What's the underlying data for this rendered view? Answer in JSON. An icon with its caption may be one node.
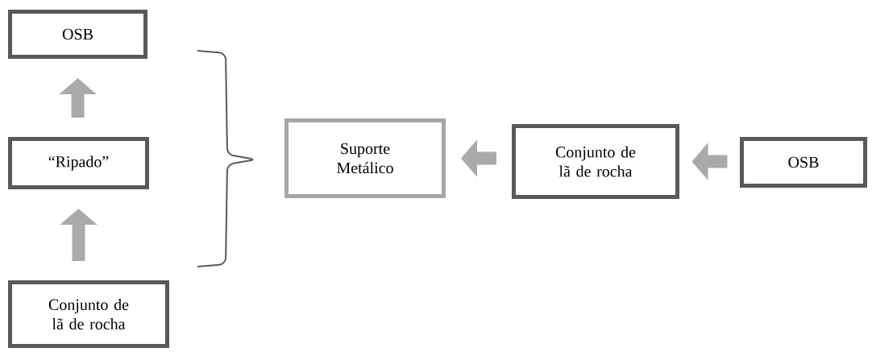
{
  "diagram": {
    "nodes": [
      {
        "text": [
          "OSB"
        ]
      },
      {
        "text": [
          "“Ripado”"
        ]
      },
      {
        "text": [
          "Conjunto de lã de rocha"
        ]
      },
      {
        "text": [
          "Suporte Metálico"
        ]
      },
      {
        "text": [
          "Conjunto de lã de rocha"
        ]
      },
      {
        "text": [
          "OSB"
        ]
      }
    ],
    "edges": [
      {
        "from": 2,
        "to": 1,
        "arrow": "to"
      },
      {
        "from": 1,
        "to": 0,
        "arrow": "to"
      },
      {
        "from": 5,
        "to": 4,
        "arrow": "to"
      },
      {
        "from": 4,
        "to": 3,
        "arrow": "to"
      }
    ]
  }
}
